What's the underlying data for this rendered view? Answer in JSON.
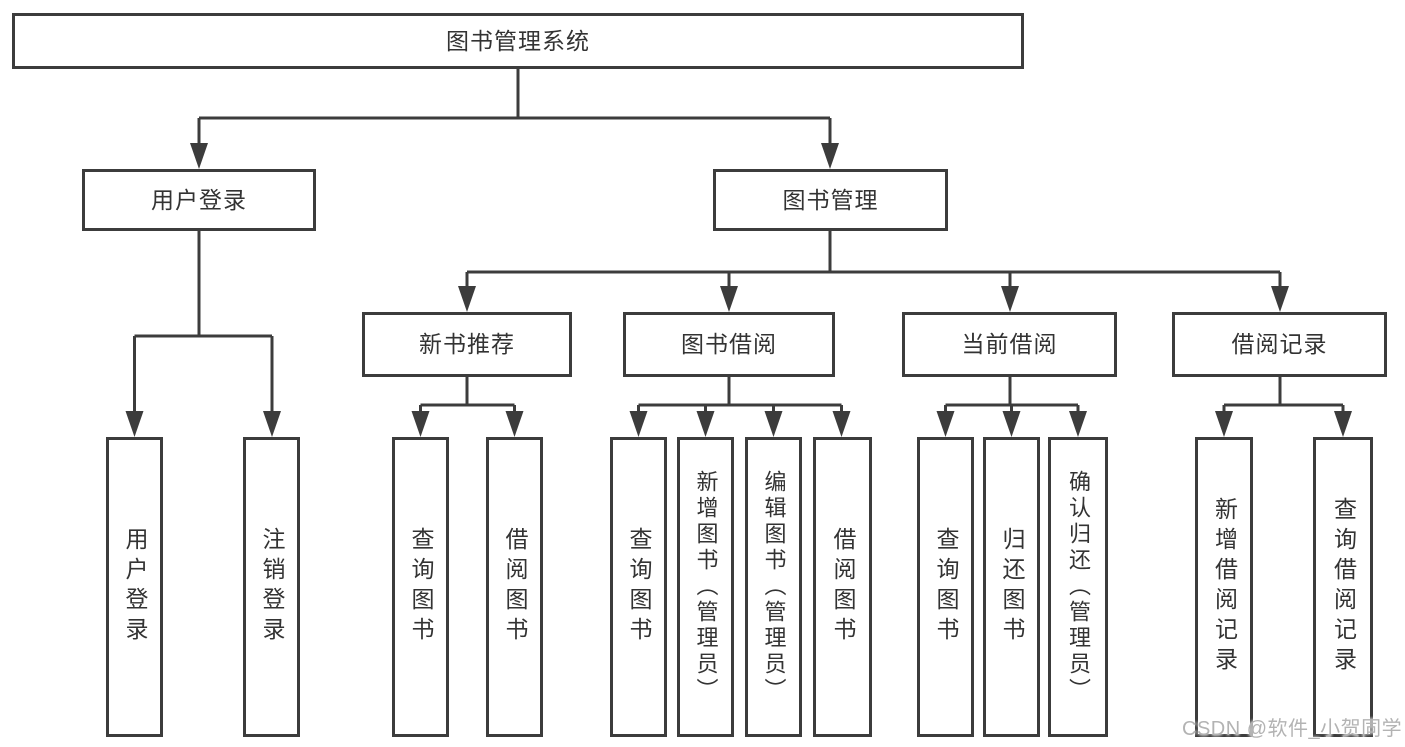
{
  "diagram": {
    "type": "hierarchy-tree",
    "colors": {
      "line": "#3c3c3c",
      "border": "#3c3c3c",
      "text": "#333333",
      "background": "#ffffff",
      "watermark": "#b3b3b3"
    }
  },
  "nodes": {
    "root": "图书管理系统",
    "user_login": "用户登录",
    "book_mgmt": "图书管理",
    "new_book_rec": "新书推荐",
    "book_borrow": "图书借阅",
    "current_borrow": "当前借阅",
    "borrow_record": "借阅记录",
    "leaf_user_login": "用户登录",
    "leaf_logout": "注销登录",
    "leaf_nb_query": "查询图书",
    "leaf_nb_borrow": "借阅图书",
    "leaf_bb_query": "查询图书",
    "leaf_bb_add": "新增图书（管理员）",
    "leaf_bb_edit": "编辑图书（管理员）",
    "leaf_bb_borrow": "借阅图书",
    "leaf_cb_query": "查询图书",
    "leaf_cb_return": "归还图书",
    "leaf_cb_confirm": "确认归还（管理员）",
    "leaf_br_add": "新增借阅记录",
    "leaf_br_query": "查询借阅记录"
  },
  "hierarchy": {
    "图书管理系统": {
      "用户登录": [
        "用户登录",
        "注销登录"
      ],
      "图书管理": {
        "新书推荐": [
          "查询图书",
          "借阅图书"
        ],
        "图书借阅": [
          "查询图书",
          "新增图书（管理员）",
          "编辑图书（管理员）",
          "借阅图书"
        ],
        "当前借阅": [
          "查询图书",
          "归还图书",
          "确认归还（管理员）"
        ],
        "借阅记录": [
          "新增借阅记录",
          "查询借阅记录"
        ]
      }
    }
  },
  "watermark": "CSDN @软件_小贺同学"
}
